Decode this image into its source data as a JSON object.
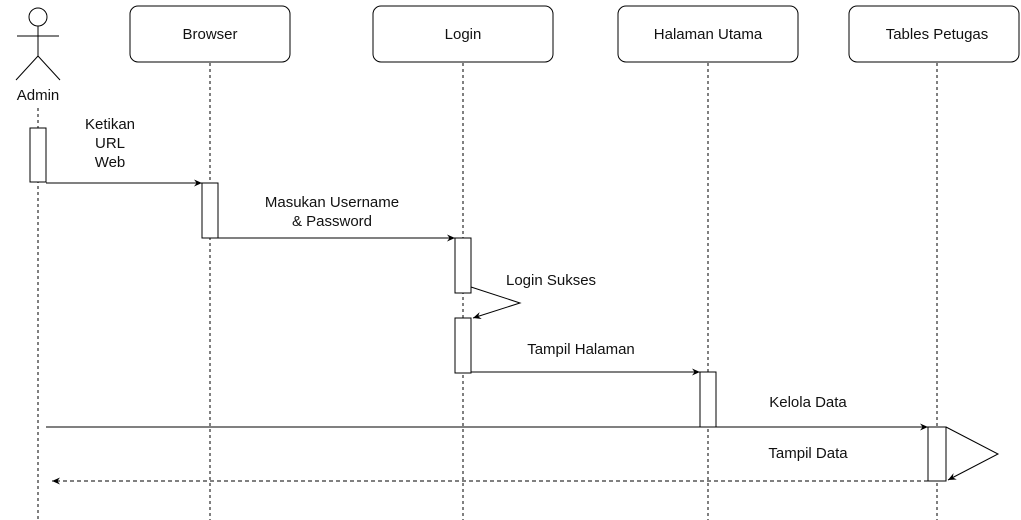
{
  "actor": {
    "name": "Admin"
  },
  "participants": [
    {
      "id": "browser",
      "label": "Browser"
    },
    {
      "id": "login",
      "label": "Login"
    },
    {
      "id": "halaman",
      "label": "Halaman Utama"
    },
    {
      "id": "tables",
      "label": "Tables Petugas"
    }
  ],
  "messages": [
    {
      "id": "ketikan",
      "lines": [
        "Ketikan",
        "URL",
        "Web"
      ],
      "from": "Admin",
      "to": "Browser",
      "style": "solid"
    },
    {
      "id": "masukan",
      "lines": [
        "Masukan Username",
        "& Password"
      ],
      "from": "Browser",
      "to": "Login",
      "style": "solid"
    },
    {
      "id": "login-sukses",
      "lines": [
        "Login Sukses"
      ],
      "from": "Login",
      "to": "Login",
      "style": "self"
    },
    {
      "id": "tampil-halaman",
      "lines": [
        "Tampil Halaman"
      ],
      "from": "Login",
      "to": "Halaman Utama",
      "style": "solid"
    },
    {
      "id": "kelola-data",
      "lines": [
        "Kelola Data"
      ],
      "from": "Admin",
      "to": "Tables Petugas",
      "style": "solid"
    },
    {
      "id": "tampil-data",
      "lines": [
        "Tampil Data"
      ],
      "from": "Tables Petugas",
      "to": "Admin",
      "style": "dashed"
    }
  ]
}
